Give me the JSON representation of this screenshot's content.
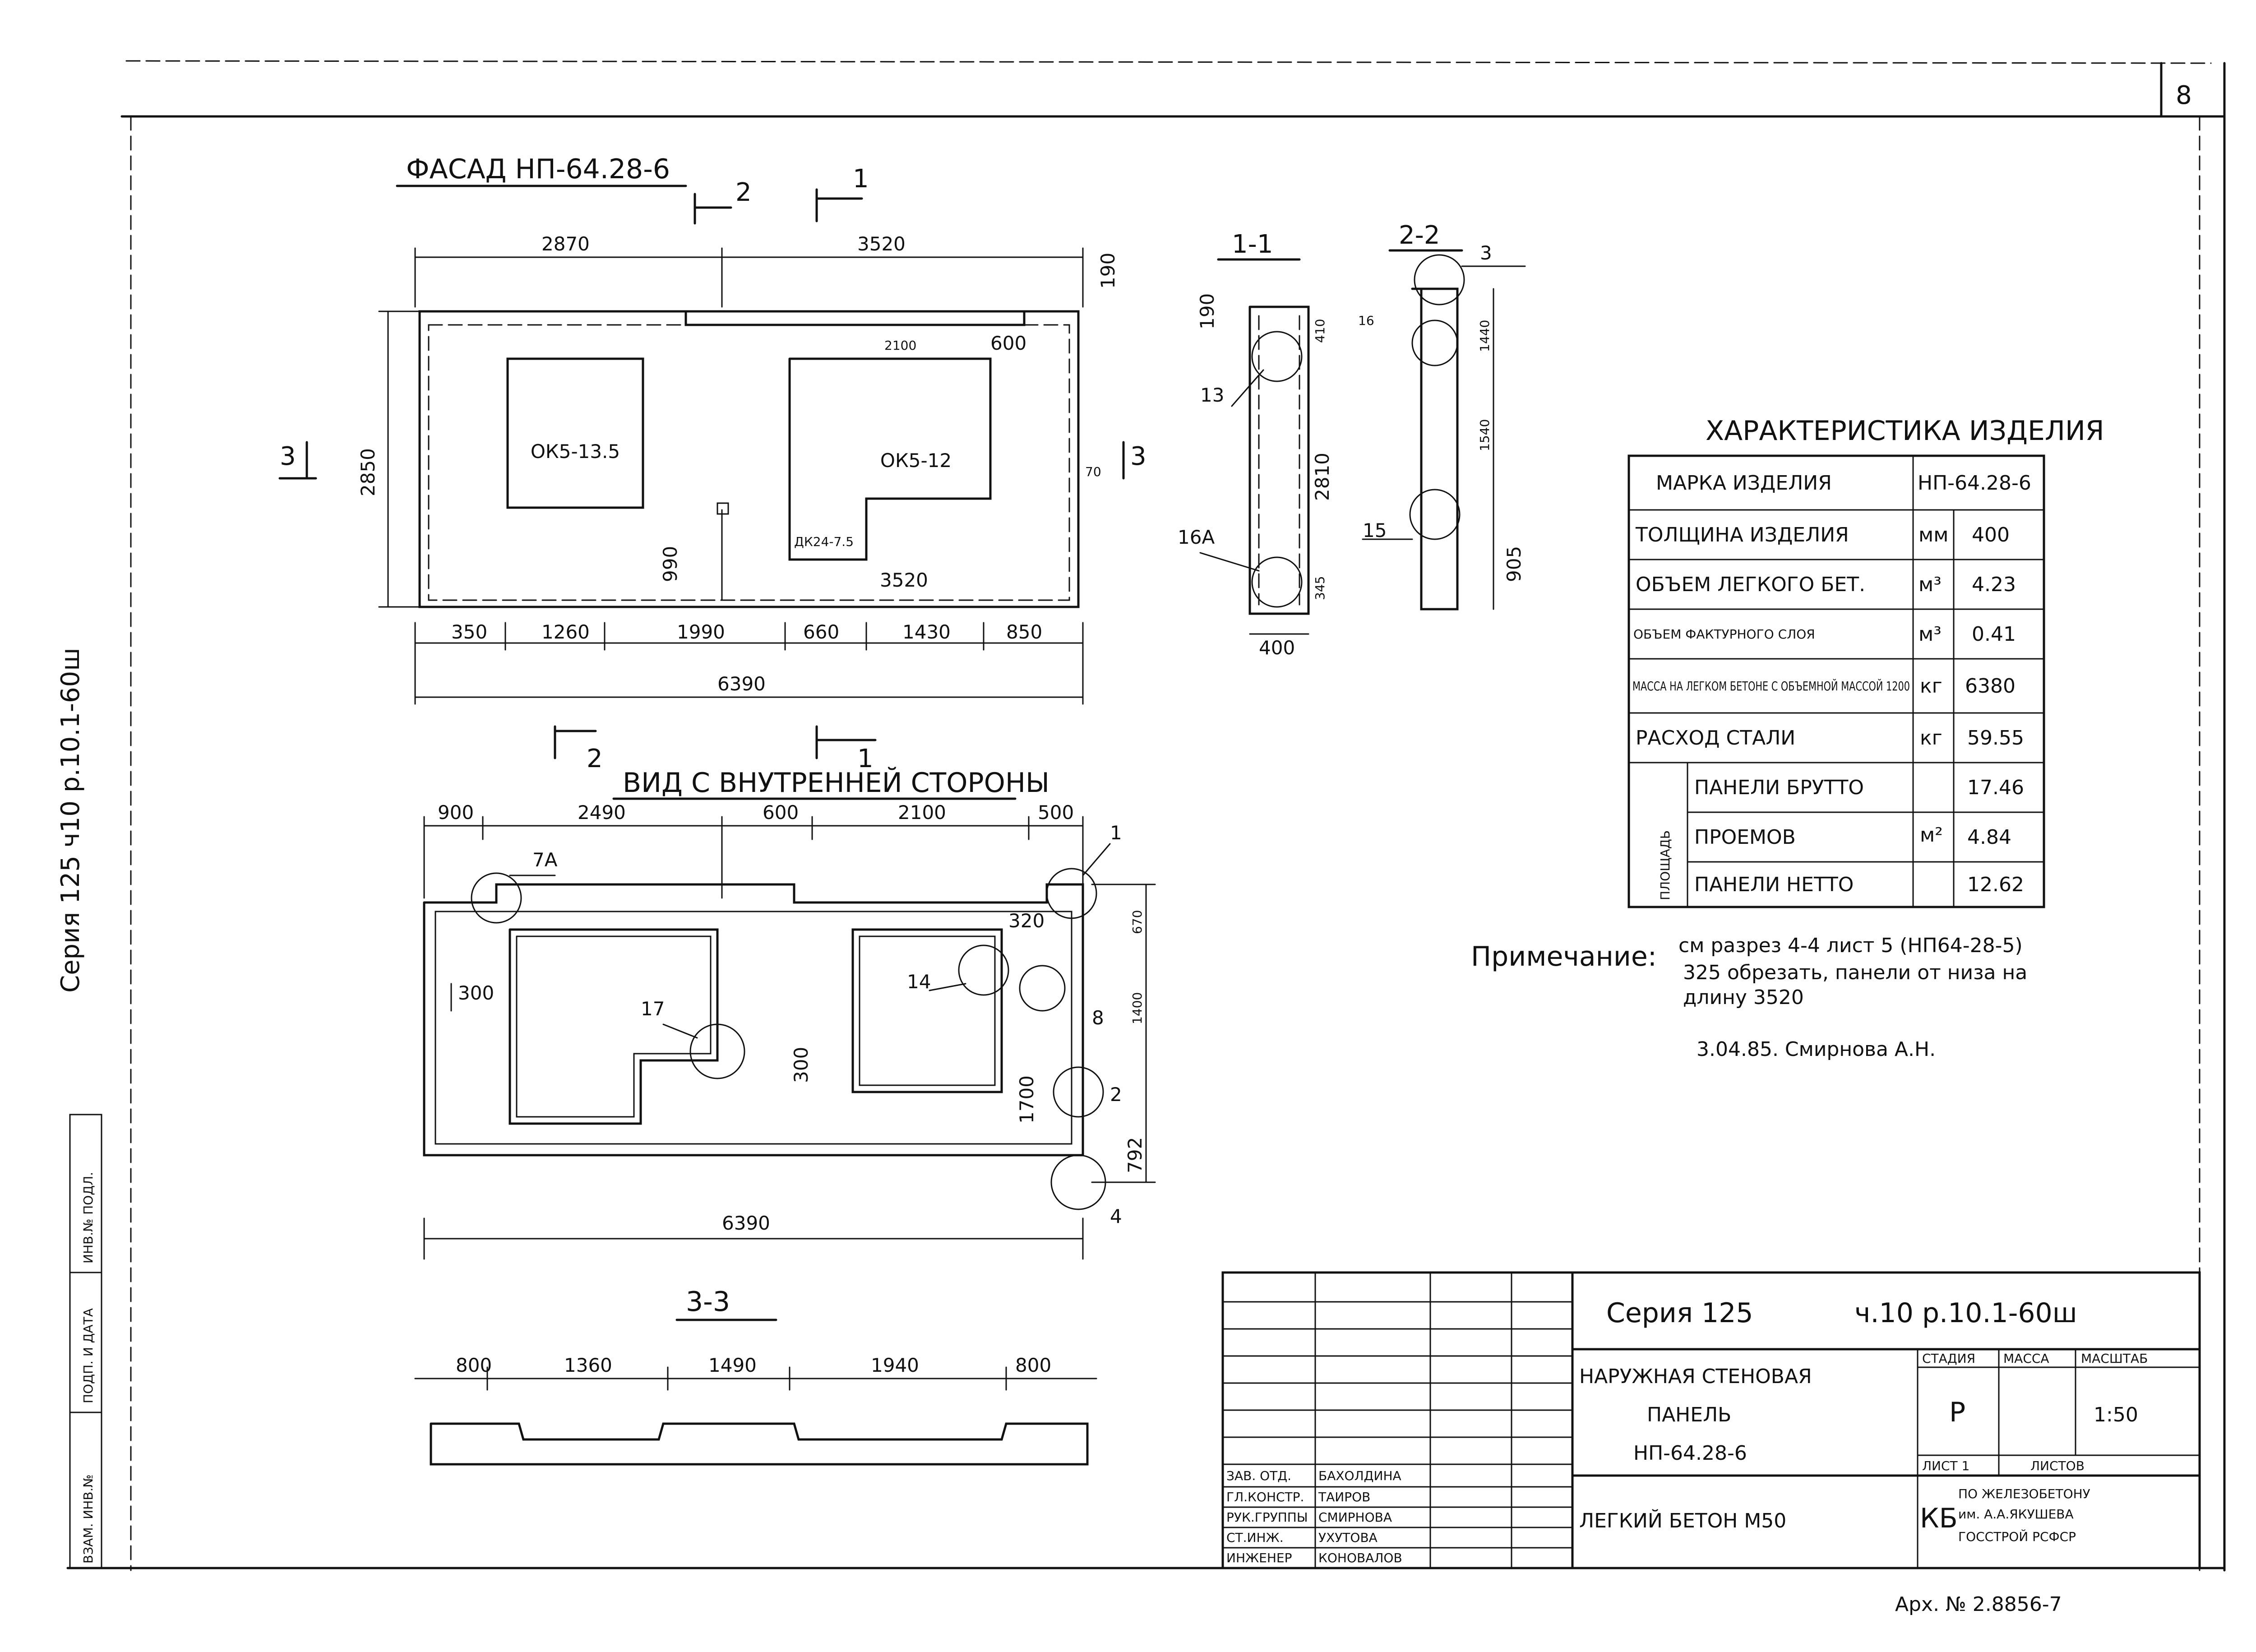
{
  "sheet_number": "8",
  "archive_no": "Арх. № 2.8856-7",
  "side_stamp": "Серия 125 ч10 р.10.1-60ш",
  "facade": {
    "title": "ФАСАД НП-64.28-6",
    "top_dims": [
      "2870",
      "3520",
      "190"
    ],
    "sub_dims": [
      "2100",
      "600"
    ],
    "height": "2850",
    "opening_left": "ОК5-13.5",
    "opening_right": "ОК5-12",
    "door": "ДК24-7.5",
    "inner_dims": [
      "990",
      "3520",
      "70"
    ],
    "bottom_dims": [
      "350",
      "1260",
      "1990",
      "660",
      "1430",
      "850"
    ],
    "total": "6390",
    "cuts": [
      "1",
      "2",
      "3"
    ]
  },
  "section11": {
    "title": "1-1",
    "dims": [
      "190",
      "410",
      "2810",
      "345",
      "400"
    ],
    "callouts": [
      "13",
      "16А"
    ]
  },
  "section22": {
    "title": "2-2",
    "dims": [
      "1440",
      "1540",
      "905"
    ],
    "callouts": [
      "3",
      "16",
      "15"
    ]
  },
  "inner_view": {
    "title": "ВИД С ВНУТРЕННЕЙ СТОРОНЫ",
    "top_dims": [
      "900",
      "2490",
      "600",
      "2100",
      "500"
    ],
    "right_dims": [
      "670",
      "1400",
      "1700",
      "792"
    ],
    "left_dim": "300",
    "small_dims": [
      "320",
      "300"
    ],
    "callouts": [
      "7А",
      "1",
      "17",
      "14",
      "8",
      "2",
      "4"
    ],
    "total": "6390",
    "cuts": [
      "1",
      "2"
    ]
  },
  "section33": {
    "title": "3-3",
    "dims": [
      "800",
      "1360",
      "1490",
      "1940",
      "800"
    ]
  },
  "characteristics": {
    "title": "ХАРАКТЕРИСТИКА ИЗДЕЛИЯ",
    "mark_label": "МАРКА ИЗДЕЛИЯ",
    "mark_value": "НП-64.28-6",
    "rows": [
      {
        "label": "ТОЛЩИНА ИЗДЕЛИЯ",
        "unit": "мм",
        "value": "400"
      },
      {
        "label": "ОБЪЕМ ЛЕГКОГО БЕТ.",
        "unit": "м³",
        "value": "4.23"
      },
      {
        "label": "ОБЪЕМ ФАКТУРНОГО СЛОЯ",
        "unit": "м³",
        "value": "0.41"
      },
      {
        "label": "МАССА НА ЛЕГКОМ БЕТОНЕ С ОБЪЕМНОЙ МАССОЙ 1200",
        "unit": "кг",
        "value": "6380"
      },
      {
        "label": "РАСХОД СТАЛИ",
        "unit": "кг",
        "value": "59.55"
      }
    ],
    "area_label": "ПЛОЩАДЬ",
    "area_unit": "м²",
    "area_rows": [
      {
        "label": "ПАНЕЛИ БРУТТО",
        "value": "17.46"
      },
      {
        "label": "ПРОЕМОВ",
        "value": "4.84"
      },
      {
        "label": "ПАНЕЛИ НЕТТО",
        "value": "12.62"
      }
    ]
  },
  "note": {
    "label": "Примечание:",
    "line1": "см разрез 4-4 лист 5 (НП64-28-5)",
    "line2": "325 обрезать, панели от низа на",
    "line3": "длину 3520",
    "signature": "3.04.85. Смирнова А.Н."
  },
  "title_block": {
    "series": "Серия 125",
    "code": "ч.10 р.10.1-60ш",
    "name1": "НАРУЖНАЯ СТЕНОВАЯ",
    "name2": "ПАНЕЛЬ",
    "name3": "НП-64.28-6",
    "material": "ЛЕГКИЙ БЕТОН М50",
    "stage_label": "СТАДИЯ",
    "mass_label": "МАССА",
    "scale_label": "МАСШТАБ",
    "stage": "Р",
    "scale": "1:50",
    "sheet_label": "ЛИСТ 1",
    "sheets_label": "ЛИСТОВ",
    "org1": "КБ",
    "org2": "ПО ЖЕЛЕЗОБЕТОНУ",
    "org3": "им. А.А.ЯКУШЕВА",
    "org4": "ГОССТРОЙ РСФСР",
    "staff": [
      {
        "role": "ЗАВ. ОТД.",
        "name": "БАХОЛДИНА"
      },
      {
        "role": "ГЛ.КОНСТР.",
        "name": "ТАИРОВ"
      },
      {
        "role": "РУК.ГРУППЫ",
        "name": "СМИРНОВА"
      },
      {
        "role": "СТ.ИНЖ.",
        "name": "УХУТОВА"
      },
      {
        "role": "ИНЖЕНЕР",
        "name": "КОНОВАЛОВ"
      }
    ]
  },
  "left_strip": [
    "ИНВ.№ ПОДЛ.",
    "ПОДП. И ДАТА",
    "ВЗАМ. ИНВ.№"
  ]
}
